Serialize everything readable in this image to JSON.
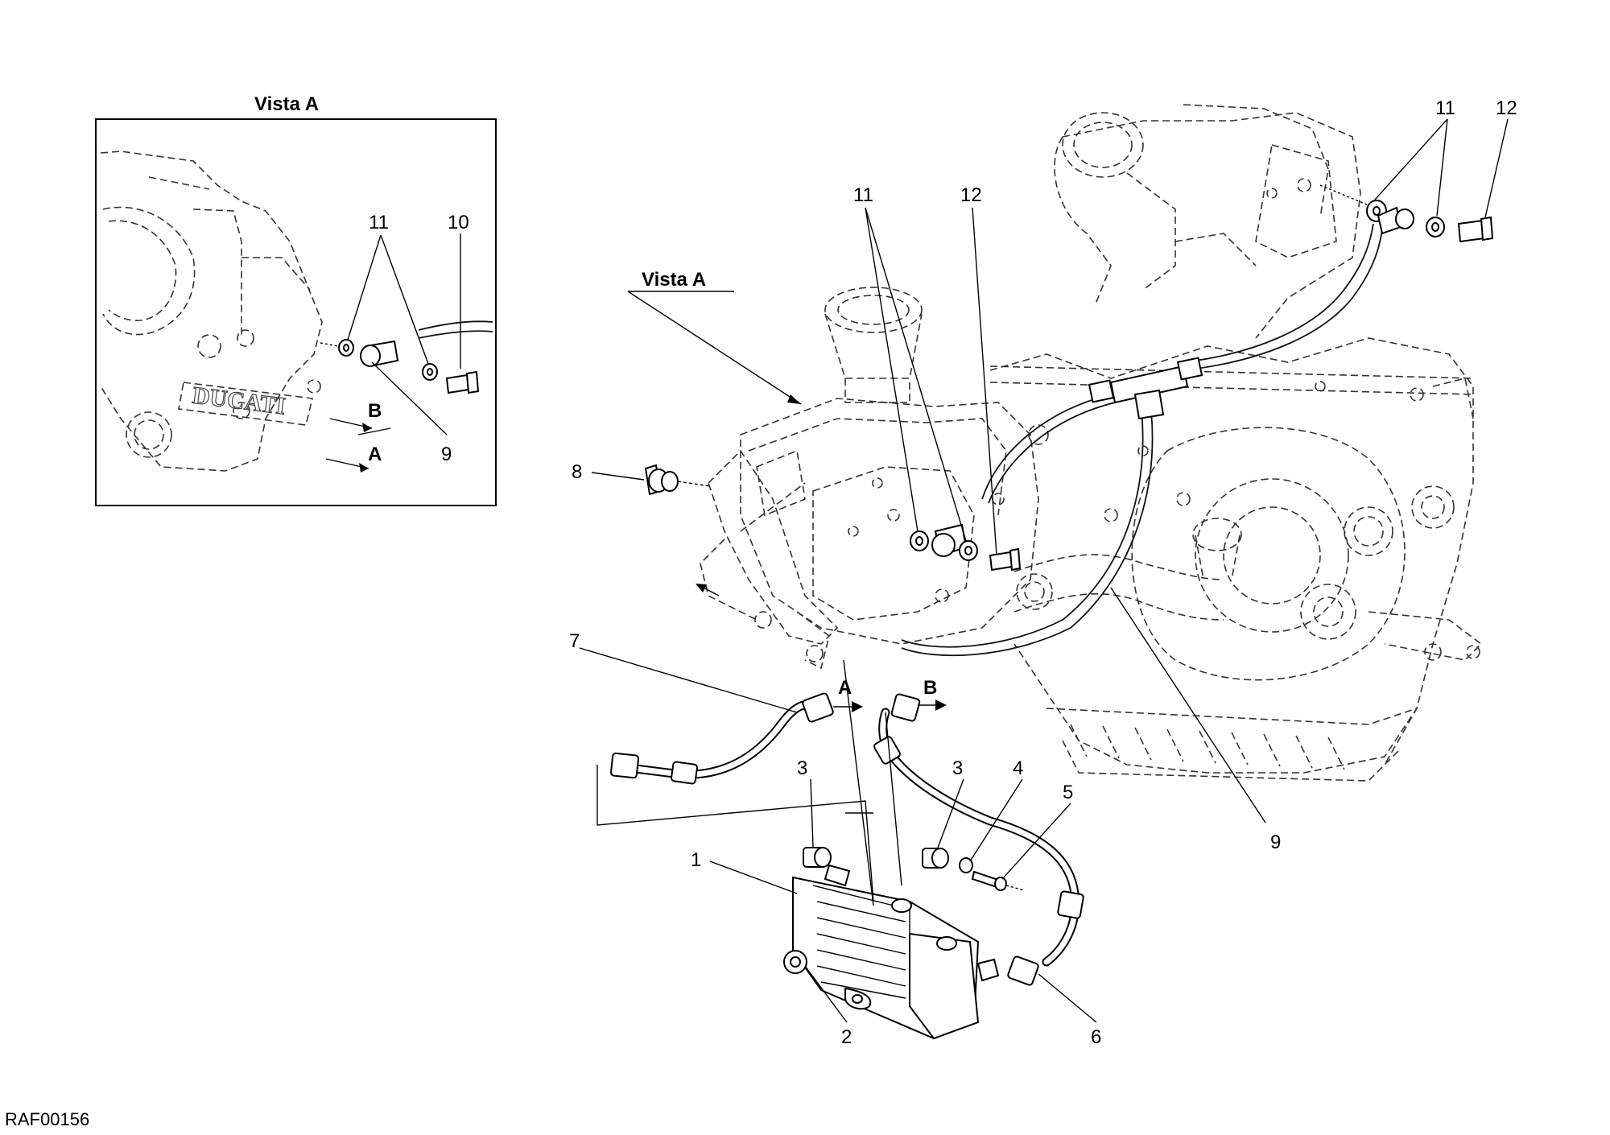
{
  "inset": {
    "title": "Vista A",
    "callouts": {
      "c11": "11",
      "c10": "10",
      "c9": "9",
      "arrowA": "A",
      "arrowB": "B"
    },
    "brand_logo": "DUCATI"
  },
  "main": {
    "view_label": "Vista A",
    "callouts": {
      "c11_top": "11",
      "c12_top": "12",
      "c11_mid": "11",
      "c12_mid": "12",
      "c8": "8",
      "c7": "7",
      "c3_left": "3",
      "c3_right": "3",
      "c4": "4",
      "c5": "5",
      "c1": "1",
      "c2": "2",
      "c6": "6",
      "c9": "9",
      "arrowA": "A",
      "arrowB": "B"
    }
  },
  "drawing_code": "RAF00156"
}
